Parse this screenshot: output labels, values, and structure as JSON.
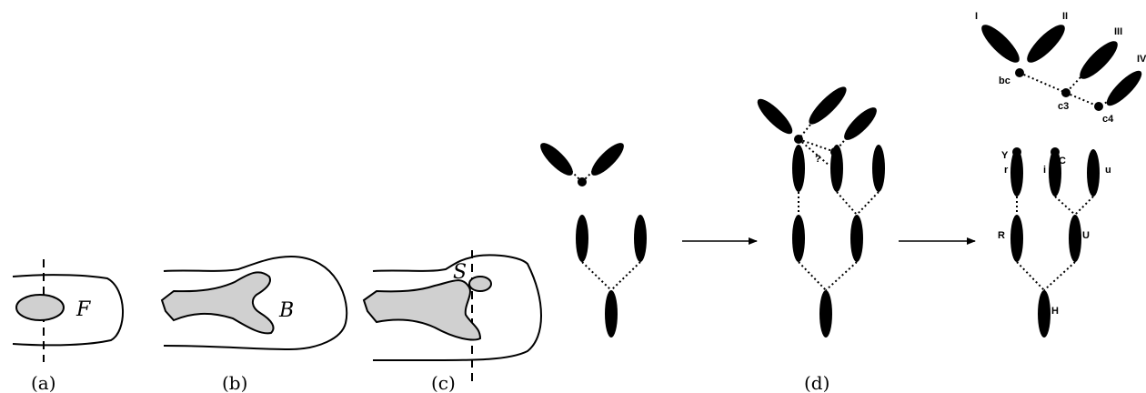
{
  "panels": {
    "a": {
      "caption": "(a)",
      "region": "F"
    },
    "b": {
      "caption": "(b)",
      "region": "B"
    },
    "c": {
      "caption": "(c)",
      "region": "S"
    },
    "d": {
      "caption": "(d)"
    }
  },
  "stage3": {
    "top_labels": [
      "I",
      "II",
      "III",
      "IV"
    ],
    "branch_labels": [
      "bc",
      "c3",
      "c4"
    ],
    "node_labels": [
      "Y",
      "C",
      "r",
      "i",
      "u",
      "R",
      "U",
      "H"
    ]
  },
  "stage2": {
    "question_label": "?"
  },
  "colors": {
    "fill_gray": "#d0d0d0",
    "ink": "#000000"
  }
}
